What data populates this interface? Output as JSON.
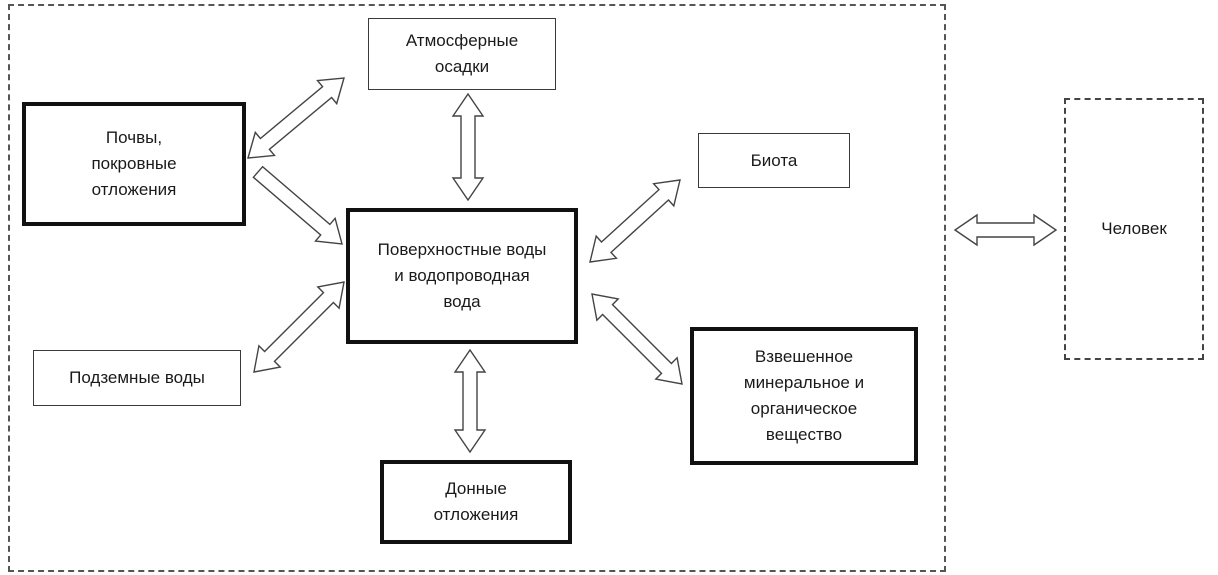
{
  "nodes": {
    "atmospheric": "Атмосферные осадки",
    "soils": "Почвы, покровные отложения",
    "biota": "Биота",
    "surface_water": "Поверхностные воды и водопроводная вода",
    "groundwater": "Подземные воды",
    "suspended": "Взвешенное минеральное и органическое вещество",
    "bottom": "Донные отложения",
    "human": "Человек"
  }
}
